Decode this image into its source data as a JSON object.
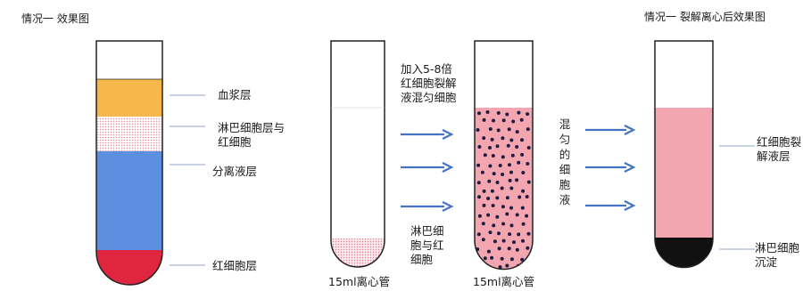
{
  "titles": {
    "left": "情况一 效果图",
    "right": "情况一 裂解离心后效果图"
  },
  "tube1": {
    "labels": {
      "plasma": "血浆层",
      "lymph_line1": "淋巴细胞层与",
      "lymph_line2": "红细胞",
      "separation": "分离液层",
      "rbc": "红细胞层"
    }
  },
  "tube2": {
    "caption": "15ml离心管",
    "step_line1": "加入5-8倍",
    "step_line2": "红细胞裂解",
    "step_line3": "液混匀细胞",
    "sediment_line1": "淋巴细",
    "sediment_line2": "胞与红",
    "sediment_line3": "细胞"
  },
  "tube3": {
    "caption": "15ml离心管",
    "mixed_label": [
      "混",
      "匀",
      "的",
      "细",
      "胞",
      "液"
    ]
  },
  "tube4": {
    "lysis_line1": "红细胞裂",
    "lysis_line2": "解液层",
    "pellet_line1": "淋巴细胞",
    "pellet_line2": "沉淀"
  },
  "colors": {
    "plasma": "#f7b84b",
    "separation": "#5b8fe0",
    "rbc": "#e0263f",
    "lysate": "#f3a5b0",
    "pellet": "#111111",
    "arrow": "#4472c4"
  }
}
